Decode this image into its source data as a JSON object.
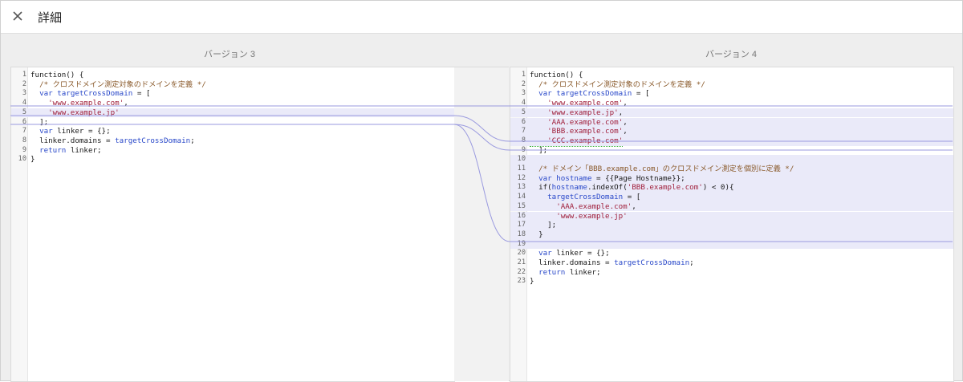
{
  "header": {
    "title": "詳細",
    "close_icon": "close-icon"
  },
  "left": {
    "label": "バージョン 3",
    "lines": [
      {
        "n": "1",
        "t": "function() {"
      },
      {
        "n": "2",
        "t": "  /* クロスドメイン測定対象のドメインを定義 */"
      },
      {
        "n": "3",
        "t": "  var targetCrossDomain = ["
      },
      {
        "n": "4",
        "t": "    'www.example.com',"
      },
      {
        "n": "5",
        "t": "    'www.example.jp'"
      },
      {
        "n": "6",
        "t": "  ];"
      },
      {
        "n": "7",
        "t": "  var linker = {};"
      },
      {
        "n": "8",
        "t": "  linker.domains = targetCrossDomain;"
      },
      {
        "n": "9",
        "t": "  return linker;"
      },
      {
        "n": "10",
        "t": "}"
      }
    ]
  },
  "right": {
    "label": "バージョン 4",
    "lines": [
      {
        "n": "1",
        "t": "function() {"
      },
      {
        "n": "2",
        "t": "  /* クロスドメイン測定対象のドメインを定義 */"
      },
      {
        "n": "3",
        "t": "  var targetCrossDomain = ["
      },
      {
        "n": "4",
        "t": "    'www.example.com',"
      },
      {
        "n": "5",
        "t": "    'www.example.jp',"
      },
      {
        "n": "6",
        "t": "    'AAA.example.com',"
      },
      {
        "n": "7",
        "t": "    'BBB.example.com',"
      },
      {
        "n": "8",
        "t": "    'CCC.example.com'"
      },
      {
        "n": "9",
        "t": "  ];"
      },
      {
        "n": "10",
        "t": "  "
      },
      {
        "n": "11",
        "t": "  /* ドメイン「BBB.example.com」のクロスドメイン測定を個別に定義 */"
      },
      {
        "n": "12",
        "t": "  var hostname = {{Page Hostname}};"
      },
      {
        "n": "13",
        "t": "  if(hostname.indexOf('BBB.example.com') < 0){"
      },
      {
        "n": "14",
        "t": "    targetCrossDomain = ["
      },
      {
        "n": "15",
        "t": "      'AAA.example.com',"
      },
      {
        "n": "16",
        "t": "      'www.example.jp'"
      },
      {
        "n": "17",
        "t": "    ];"
      },
      {
        "n": "18",
        "t": "  }"
      },
      {
        "n": "19",
        "t": "  "
      },
      {
        "n": "20",
        "t": "  var linker = {};"
      },
      {
        "n": "21",
        "t": "  linker.domains = targetCrossDomain;"
      },
      {
        "n": "22",
        "t": "  return linker;"
      },
      {
        "n": "23",
        "t": "}"
      }
    ]
  },
  "colors": {
    "highlight": "#eaeaf9",
    "connector": "#9a9adf",
    "added_underline": "#3bb23b"
  }
}
